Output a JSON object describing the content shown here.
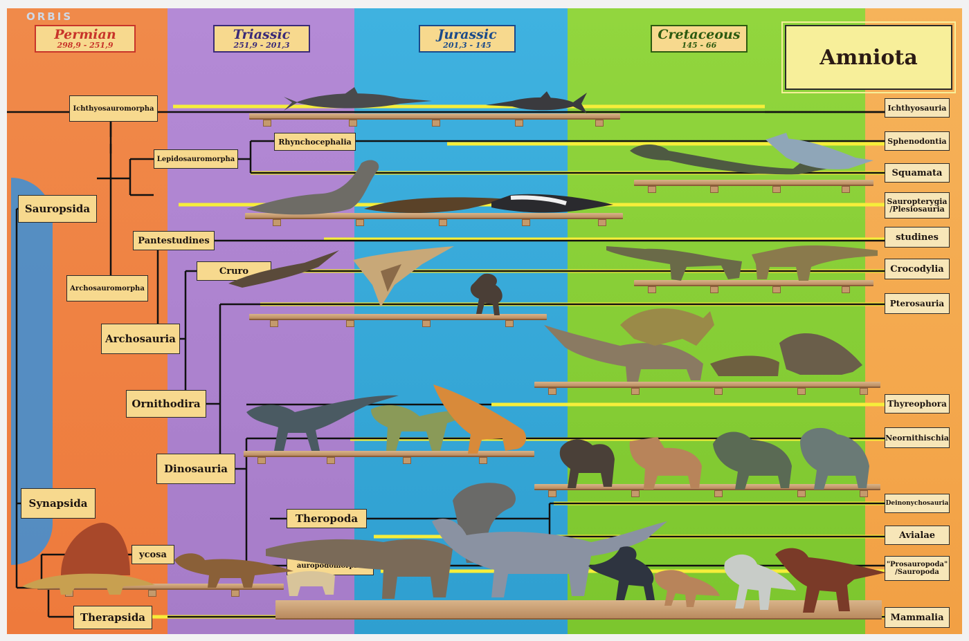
{
  "brand": "ORBIS",
  "title": "Amniota",
  "periods": [
    {
      "name": "Permian",
      "range": "298,9 - 251,9"
    },
    {
      "name": "Triassic",
      "range": "251,9 - 201,3"
    },
    {
      "name": "Jurassic",
      "range": "201,3 - 145"
    },
    {
      "name": "Cretaceous",
      "range": "145 - 66"
    }
  ],
  "nodes": {
    "ichthyosauromorpha": "Ichthyosauromorpha",
    "lepidosauromorpha": "Lepidosauromorpha",
    "rhynchocephalia": "Rhynchocephalia",
    "sauropsida": "Sauropsida",
    "pantestudines": "Pantestudines",
    "crurotarsi": "Cruro",
    "archosauromorpha": "Archosauromorpha",
    "archosauria": "Archosauria",
    "ornithodira": "Ornithodira",
    "dinosauria": "Dinosauria",
    "theropoda": "Theropoda",
    "synapsida": "Synapsida",
    "pelycosauria": "ycosa",
    "sauropodomorpha": "auropodomorpha",
    "therapsida": "Therapsida"
  },
  "terminals": [
    "Ichthyosauria",
    "Sphenodontia",
    "Squamata",
    "Sauropterygia\n/Plesiosauria",
    "studines",
    "Crocodylia",
    "Pterosauria",
    "Thyreophora",
    "Neornithischia",
    "Deinonychosauria",
    "Avialae",
    "\"Prosauropoda\"\n/Sauropoda",
    "Mammalia"
  ],
  "colors": {
    "permian": "#ee7a3c",
    "triassic": "#a67cc8",
    "jurassic": "#2f9fd0",
    "cretaceous": "#7cc62e",
    "recent": "#f2a044",
    "range_line": "#f6ee3a",
    "tree_line": "#111111"
  },
  "icons": [
    "ichthyosaur-figure",
    "plesiosaur-figure",
    "mosasaur-figure",
    "crocodile-figure",
    "pterosaur-figure",
    "stegosaur-figure",
    "ankylosaur-figure",
    "hadrosaur-figure",
    "ceratopsian-figure",
    "sauropod-figure",
    "raptor-figure",
    "tyrannosaur-figure",
    "dimetrodon-figure",
    "gorgonopsid-figure"
  ]
}
